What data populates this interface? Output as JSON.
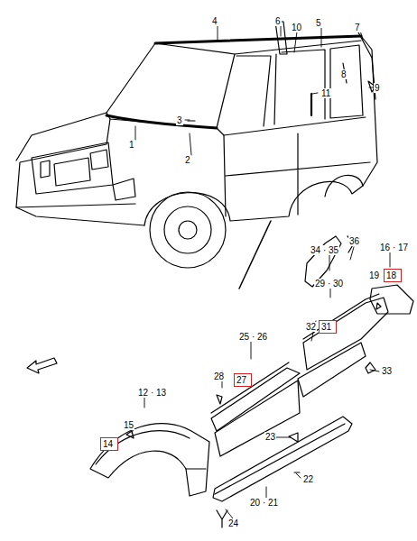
{
  "diagram": {
    "nodes": [
      {
        "text": [
          "18"
        ]
      },
      {
        "text": [
          "31"
        ]
      },
      {
        "text": [
          "27"
        ]
      },
      {
        "text": [
          "14"
        ]
      }
    ],
    "labels": [
      "4",
      "6",
      "10",
      "5",
      "7",
      "9",
      "8",
      "11",
      "3",
      "1",
      "2",
      "34 · 35",
      "36",
      "16 · 17",
      "19",
      "29 · 30",
      "32",
      "25 · 26",
      "28",
      "33",
      "12 · 13",
      "15",
      "23",
      "22",
      "20 · 21",
      "24"
    ]
  }
}
